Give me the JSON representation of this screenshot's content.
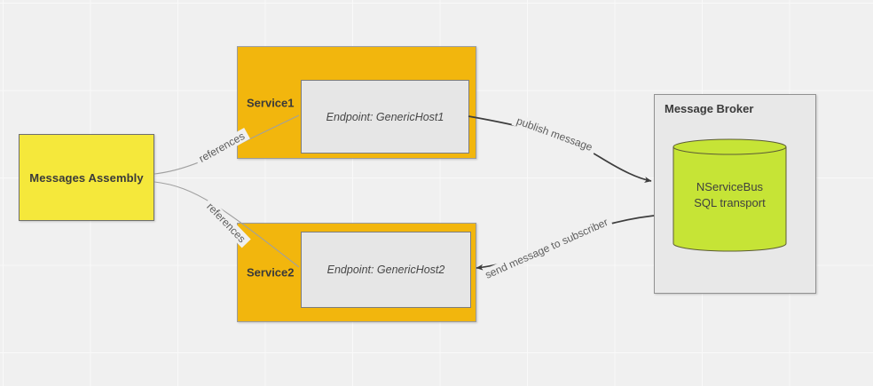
{
  "colors": {
    "canvas_bg": "#f0f0f0",
    "grid_line": "#f9f9f9",
    "node_yellow": "#f5e83b",
    "node_orange": "#f2b60d",
    "node_gray": "#e8e8e8",
    "endpoint_gray": "#e6e6e6",
    "db_green": "#c6e436",
    "db_stroke": "#5c5c35",
    "edge_dark": "#3d3d3d",
    "edge_light": "#a0a0a0",
    "label_text": "#5e5e5e",
    "title_text": "#3a3a3a"
  },
  "nodes": {
    "messages_assembly": {
      "label": "Messages Assembly"
    },
    "service1": {
      "label": "Service1",
      "endpoint_label": "Endpoint: GenericHost1"
    },
    "service2": {
      "label": "Service2",
      "endpoint_label": "Endpoint: GenericHost2"
    },
    "message_broker": {
      "label": "Message Broker",
      "database_label": "NServiceBus\nSQL transport"
    }
  },
  "edges": [
    {
      "from": "messages_assembly",
      "to": "service1_endpoint",
      "label": "references",
      "arrow": false
    },
    {
      "from": "messages_assembly",
      "to": "service2_endpoint",
      "label": "references",
      "arrow": false
    },
    {
      "from": "service1_endpoint",
      "to": "message_broker",
      "label": "publish message",
      "arrow": true
    },
    {
      "from": "message_broker",
      "to": "service2_endpoint",
      "label": "send message to subscriber",
      "arrow": true
    }
  ]
}
